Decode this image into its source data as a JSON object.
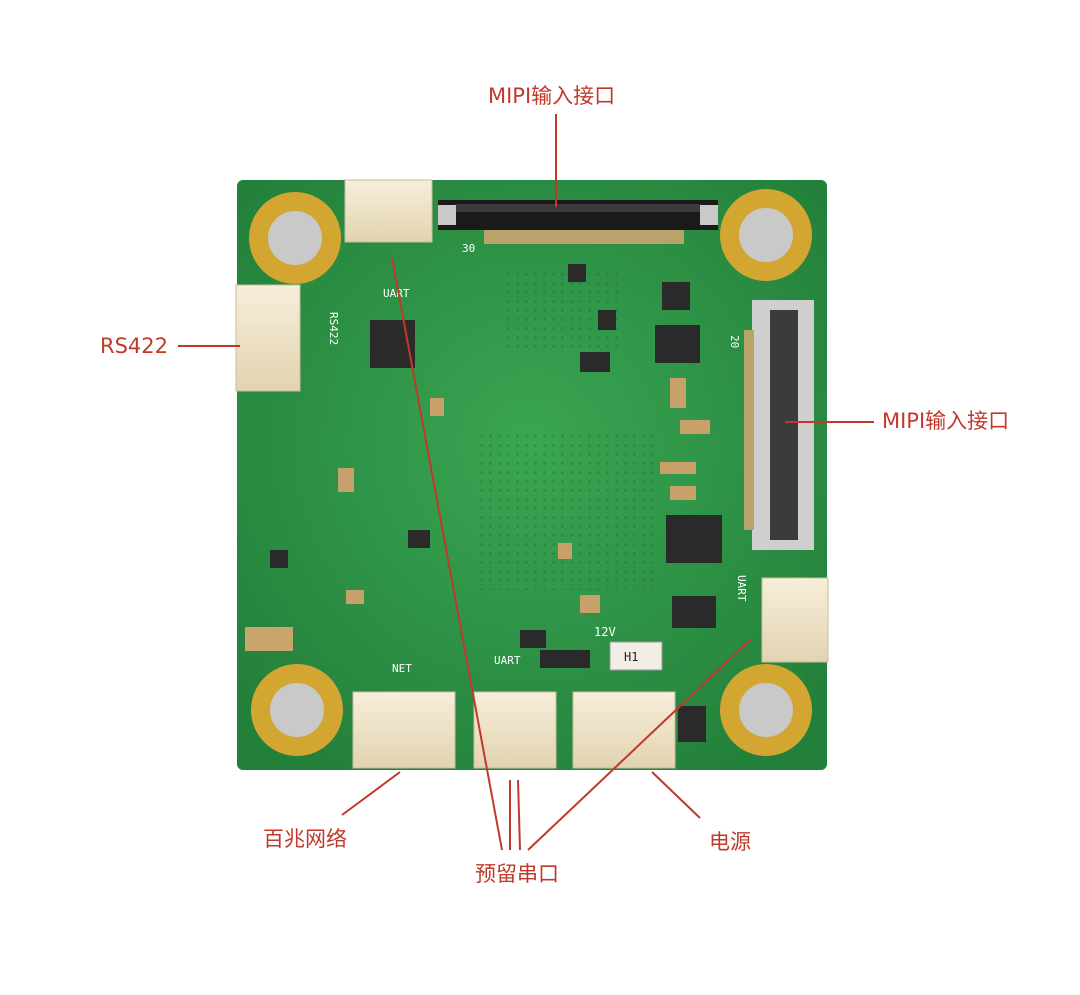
{
  "colors": {
    "annotation": "#c0392b",
    "pcb": "#2e9b46",
    "pcb_dark": "#1f7a34",
    "connector": "#efe3c8",
    "pad_gold": "#d2a631",
    "chip": "#2a2a2a"
  },
  "labels": {
    "mipi_top": "MIPI输入接口",
    "mipi_right": "MIPI输入接口",
    "rs422": "RS422",
    "net": "百兆网络",
    "uart": "预留串口",
    "power": "电源"
  },
  "silkscreen": {
    "rs422": "RS422",
    "uart_top": "UART",
    "net": "NET",
    "uart_bottom": "UART",
    "uart_right": "UART",
    "v12": "12V",
    "pin30": "30",
    "pin20": "20",
    "diode": "H1"
  }
}
